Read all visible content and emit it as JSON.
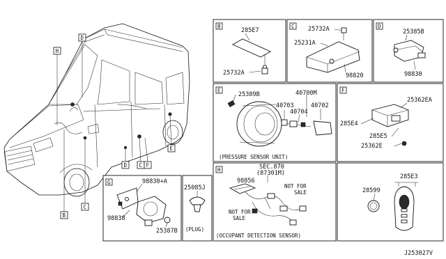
{
  "callouts": {
    "B": "B",
    "C": "C",
    "D": "D",
    "E": "E",
    "F": "F",
    "G": "G",
    "H": "H"
  },
  "panel_b": {
    "parts": [
      "285E7",
      "25732A"
    ]
  },
  "panel_c": {
    "parts": [
      "25732A",
      "25231A",
      "98820"
    ]
  },
  "panel_d": {
    "parts": [
      "25385B",
      "98830"
    ]
  },
  "panel_e": {
    "parts": [
      "25389B",
      "40700M",
      "40703",
      "40702",
      "40704"
    ],
    "caption": "(PRESSURE SENSOR UNIT)"
  },
  "panel_f": {
    "parts": [
      "25362EA",
      "285E4",
      "285E5",
      "25362E"
    ]
  },
  "panel_g": {
    "parts": [
      "98830+A",
      "98838",
      "25387B"
    ]
  },
  "panel_plug": {
    "part": "25085J",
    "caption": "(PLUG)"
  },
  "panel_h": {
    "sec_line1": "SEC.870",
    "sec_line2": "(87301M)",
    "part": "98856",
    "not_for_sale_1": [
      "NOT FOR",
      "SALE"
    ],
    "not_for_sale_2": [
      "NOT FOR",
      "SALE"
    ],
    "caption": "(OCCUPANT DETECTION SENSOR)"
  },
  "panel_key": {
    "parts": [
      "285E3",
      "28599"
    ]
  },
  "diagram_id": "J253027V"
}
